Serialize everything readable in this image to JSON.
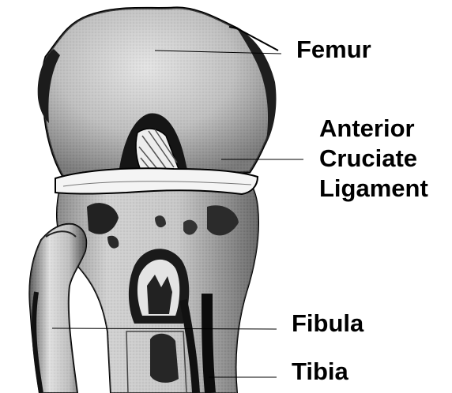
{
  "labels": {
    "femur": "Femur",
    "acl": [
      "Anterior",
      "Cruciate",
      "Ligament"
    ],
    "fibula": "Fibula",
    "tibia": "Tibia"
  },
  "colors": {
    "ink": "#000000",
    "background": "#ffffff",
    "bone_shade": "#b8b8b8",
    "bone_highlight": "#f2f2f2"
  }
}
